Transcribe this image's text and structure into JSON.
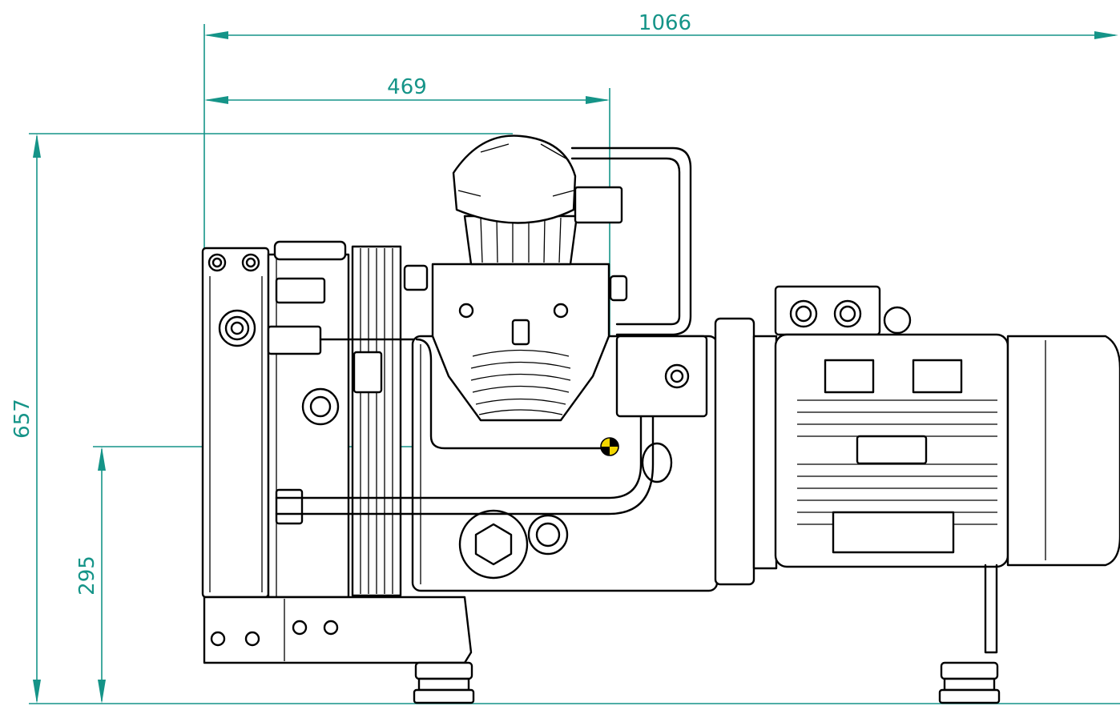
{
  "drawing": {
    "dimensions": {
      "overall_width": "1066",
      "filler_offset": "469",
      "overall_height": "657",
      "filler_height": "295"
    },
    "colors": {
      "dimension": "#159488",
      "outline": "#000000",
      "marker_yellow": "#f2d600",
      "background": "#ffffff"
    }
  }
}
